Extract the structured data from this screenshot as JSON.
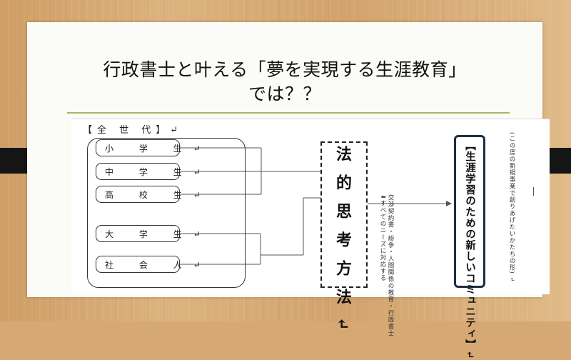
{
  "slide": {
    "title_line1": "行政書士と叶える「夢を実現する生涯教育」",
    "title_line2": "では？？"
  },
  "diagram": {
    "generation_header": "【全 世 代】↵",
    "groups": [
      {
        "label": "小 学 生↵"
      },
      {
        "label": "中 学 生↵"
      },
      {
        "label": "高 校 生↵"
      },
      {
        "label": "大 学 生↵"
      },
      {
        "label": "社 会 人↵"
      }
    ],
    "method_label": "法的思考方法↵",
    "middle_note_line1": "交渉契約書・紛争・人間関係の教育・行政書士",
    "middle_note_line2": "⬇すべてのニーズに対応する",
    "community_label": "【生涯学習のための新しいコミュニティ】↵",
    "far_note": "(この度の新規事業で創りあげたいかたちの形) ↵"
  }
}
